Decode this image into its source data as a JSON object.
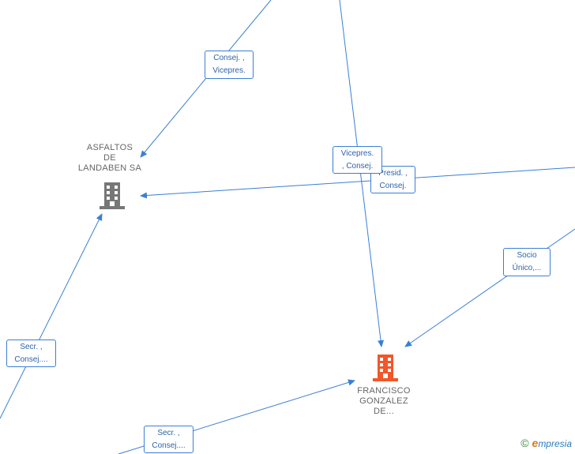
{
  "nodes": {
    "asfaltos": {
      "lines": [
        "ASFALTOS",
        "DE",
        "LANDABEN SA"
      ],
      "color": "#777777"
    },
    "francisco": {
      "lines": [
        "FRANCISCO",
        "GONZALEZ",
        "DE..."
      ],
      "color": "#f0572a"
    }
  },
  "edge_labels": [
    {
      "lines": [
        "Consej. ,",
        "Vicepres."
      ]
    },
    {
      "lines": [
        "Vicepres.",
        ", Consej."
      ]
    },
    {
      "lines": [
        "Presid. ,",
        "Consej."
      ]
    },
    {
      "lines": [
        "Socio",
        "Único,..."
      ]
    },
    {
      "lines": [
        "Secr. ,",
        "Consej...."
      ]
    },
    {
      "lines": [
        "Secr. ,",
        "Consej...."
      ]
    }
  ],
  "brand": {
    "copyright": "©",
    "e_letter": "e",
    "name": "mpresia"
  },
  "colors": {
    "edge": "#3a7fd5",
    "label_border": "#3a7fd5",
    "label_text": "#2e63a8"
  }
}
